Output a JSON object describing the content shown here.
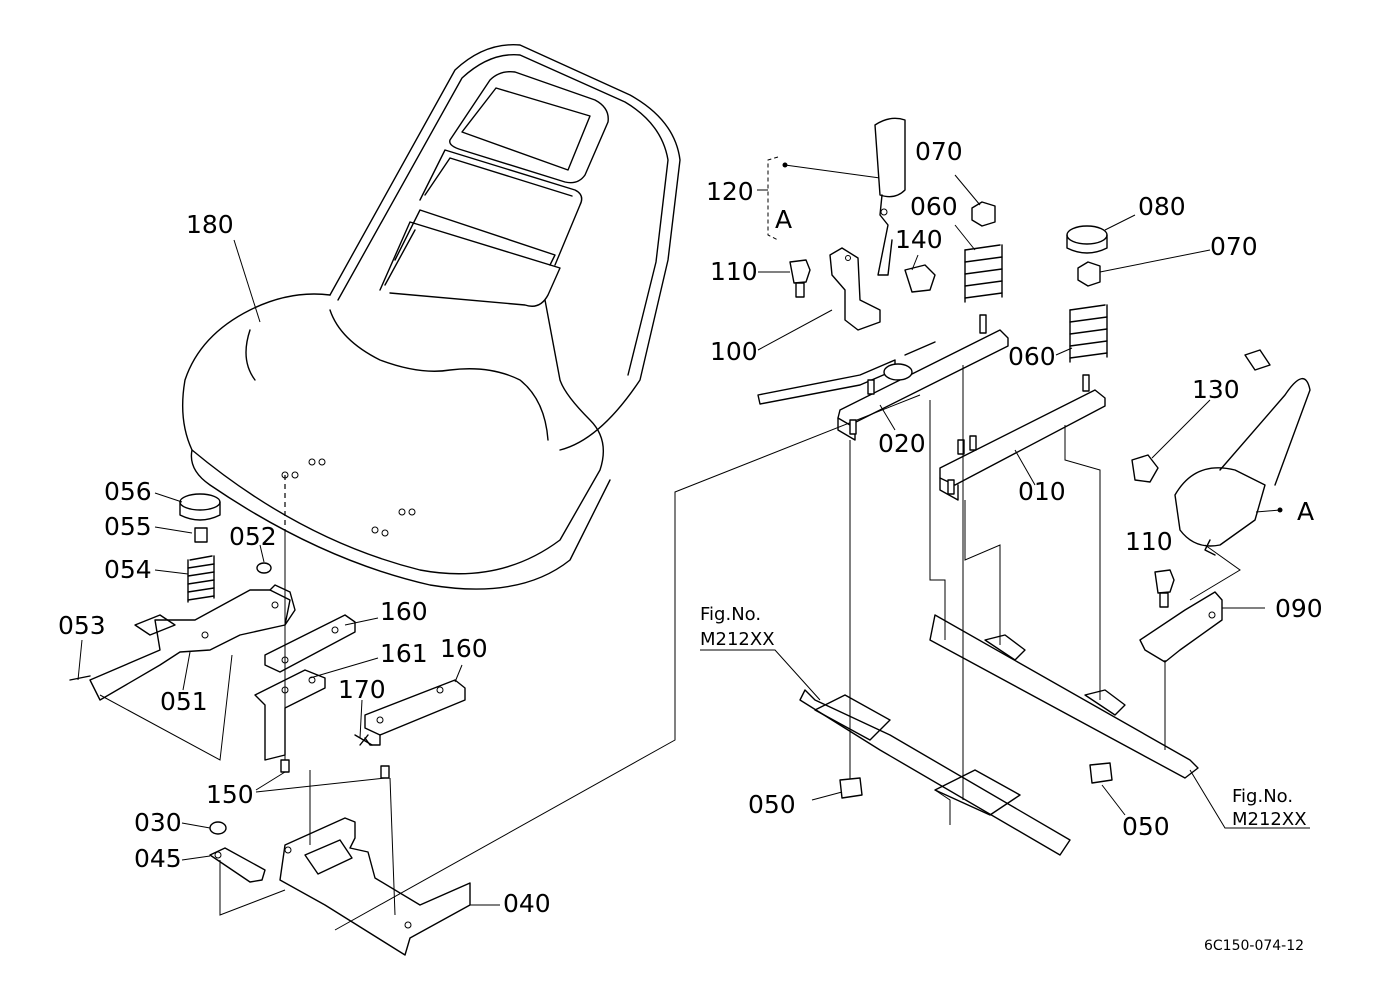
{
  "diagram": {
    "parts": [
      {
        "id": "p180",
        "label": "180"
      },
      {
        "id": "p056",
        "label": "056"
      },
      {
        "id": "p055",
        "label": "055"
      },
      {
        "id": "p054",
        "label": "054"
      },
      {
        "id": "p052",
        "label": "052"
      },
      {
        "id": "p053",
        "label": "053"
      },
      {
        "id": "p051",
        "label": "051"
      },
      {
        "id": "p160a",
        "label": "160"
      },
      {
        "id": "p161",
        "label": "161"
      },
      {
        "id": "p160b",
        "label": "160"
      },
      {
        "id": "p170",
        "label": "170"
      },
      {
        "id": "p150",
        "label": "150"
      },
      {
        "id": "p030",
        "label": "030"
      },
      {
        "id": "p045",
        "label": "045"
      },
      {
        "id": "p040",
        "label": "040"
      },
      {
        "id": "p120",
        "label": "120"
      },
      {
        "id": "pA1",
        "label": "A"
      },
      {
        "id": "p070a",
        "label": "070"
      },
      {
        "id": "p060a",
        "label": "060"
      },
      {
        "id": "p140",
        "label": "140"
      },
      {
        "id": "p110a",
        "label": "110"
      },
      {
        "id": "p100",
        "label": "100"
      },
      {
        "id": "p020",
        "label": "020"
      },
      {
        "id": "p080",
        "label": "080"
      },
      {
        "id": "p070b",
        "label": "070"
      },
      {
        "id": "p060b",
        "label": "060"
      },
      {
        "id": "p010",
        "label": "010"
      },
      {
        "id": "p130",
        "label": "130"
      },
      {
        "id": "pA2",
        "label": "A"
      },
      {
        "id": "p110b",
        "label": "110"
      },
      {
        "id": "p090",
        "label": "090"
      },
      {
        "id": "p050a",
        "label": "050"
      },
      {
        "id": "p050b",
        "label": "050"
      }
    ],
    "fig_refs": [
      {
        "line1": "Fig.No.",
        "line2": "M212XX"
      },
      {
        "line1": "Fig.No.",
        "line2": "M212XX"
      }
    ],
    "drawing_code": "6C150-074-12"
  }
}
